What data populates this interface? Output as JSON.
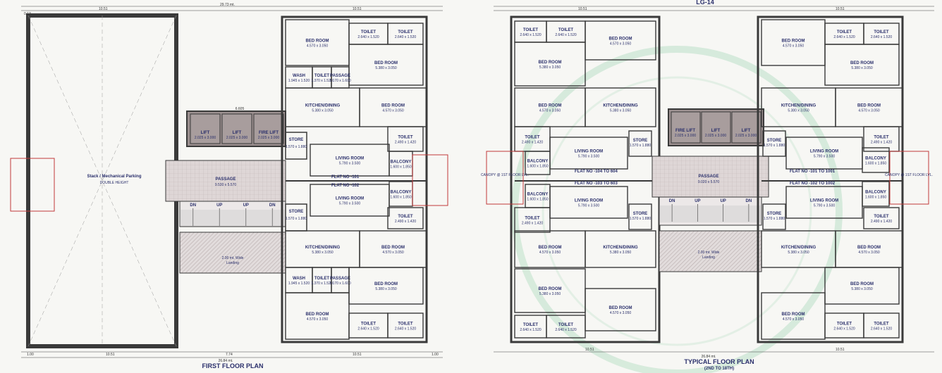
{
  "colors": {
    "wall": "#3a3a3a",
    "hatch": "#c7c0c0",
    "core": "#9b8f8f",
    "ink": "#2a2f6b",
    "dim": "#444",
    "border": "#c23a3a",
    "wm": "#9bd3b0"
  },
  "first": {
    "caption": "FIRST FLOOR PLAN",
    "stack": {
      "title": "Stack / Mechanical Parking",
      "sub": "DOUBLE HEIGHT"
    },
    "dims": {
      "top": "10.51",
      "top_small": "0.13",
      "overall_top": "29.73 mt.",
      "bottom": "10.51",
      "overall_bottom": "26.84 mt.",
      "b1": "1.00",
      "b2": "7.74",
      "b3": "1.00"
    },
    "lifts": [
      {
        "n": "LIFT",
        "d": "2.025 x 3.000"
      },
      {
        "n": "LIFT",
        "d": "2.025 x 3.000"
      },
      {
        "n": "FIRE LIFT",
        "d": "2.025 x 3.000"
      }
    ],
    "lift_dim": "6.605",
    "passage": {
      "n": "PASSAGE",
      "d": "9.530 x 5.570"
    },
    "stairs": [
      "DN",
      "UP",
      "UP",
      "DN"
    ],
    "landing": {
      "n": "2.00 mt. Wide",
      "d": "Landing"
    },
    "store_top": {
      "n": "STORE",
      "d": "1.570 x 1.880"
    },
    "store_bot": {
      "n": "STORE",
      "d": "1.570 x 1.880"
    },
    "flat_a": "FLAT NO -101",
    "flat_b": "FLAT NO -102",
    "rooms": [
      {
        "n": "BED ROOM",
        "d": "4.570 x 3.050"
      },
      {
        "n": "TOILET",
        "d": "2.640 x 1.520"
      },
      {
        "n": "TOILET",
        "d": "2.640 x 1.520"
      },
      {
        "n": "BED ROOM",
        "d": "5.380 x 3.050"
      },
      {
        "n": "WASH",
        "d": "1.945 x 1.520"
      },
      {
        "n": "TOILET",
        "d": "1.370 x 1.520"
      },
      {
        "n": "PASSAGE",
        "d": "1.170 x 1.600"
      },
      {
        "n": "KITCHEN/DINING",
        "d": "5.380 x 3.050"
      },
      {
        "n": "BED ROOM",
        "d": "4.570 x 3.050"
      },
      {
        "n": "TOILET",
        "d": "2.490 x 1.420"
      },
      {
        "n": "LIVING ROOM",
        "d": "5.790 x 3.500"
      },
      {
        "n": "BALCONY",
        "d": "1.600 x 1.850"
      },
      {
        "n": "BALCONY",
        "d": "1.600 x 1.850"
      },
      {
        "n": "LIVING ROOM",
        "d": "5.790 x 3.500"
      },
      {
        "n": "TOILET",
        "d": "2.490 x 1.420"
      },
      {
        "n": "KITCHEN/DINING",
        "d": "5.380 x 3.050"
      },
      {
        "n": "BED ROOM",
        "d": "4.570 x 3.050"
      },
      {
        "n": "WASH",
        "d": "1.945 x 1.520"
      },
      {
        "n": "TOILET",
        "d": "1.370 x 1.520"
      },
      {
        "n": "PASSAGE",
        "d": "1.170 x 1.600"
      },
      {
        "n": "BED ROOM",
        "d": "5.380 x 3.050"
      },
      {
        "n": "BED ROOM",
        "d": "4.570 x 3.050"
      },
      {
        "n": "TOILET",
        "d": "2.640 x 1.520"
      },
      {
        "n": "TOILET",
        "d": "2.640 x 1.520"
      }
    ]
  },
  "typical": {
    "caption": "TYPICAL FLOOR PLAN",
    "sub": "(2ND TO 18TH)",
    "top_overflow": "LG-14",
    "dims": {
      "top": "10.51",
      "overall_bottom": "26.84 mt.",
      "bottom": "10.51"
    },
    "lifts": [
      {
        "n": "FIRE LIFT",
        "d": "2.025 x 3.000"
      },
      {
        "n": "LIFT",
        "d": "2.025 x 3.000"
      },
      {
        "n": "LIFT",
        "d": "2.025 x 3.000"
      }
    ],
    "passage": {
      "n": "PASSAGE",
      "d": "9.020 x 5.570"
    },
    "stairs": [
      "DN",
      "UP",
      "UP",
      "DN"
    ],
    "landing": {
      "n": "2.00 mt. Wide",
      "d": "Landing"
    },
    "canopy_l": "CANOPY @\n1ST FLOOR LVL.",
    "canopy_r": "CANOPY @\n1ST FLOOR LVL.",
    "flats": [
      "FLAT NO -104 TO 604",
      "FLAT NO -103 TO 603",
      "FLAT NO -101 TO 1001",
      "FLAT NO -102 TO 1002"
    ],
    "left_rooms": [
      {
        "n": "TOILET",
        "d": "2.640 x 1.520"
      },
      {
        "n": "TOILET",
        "d": "2.640 x 1.520"
      },
      {
        "n": "BED ROOM",
        "d": "4.570 x 3.050"
      },
      {
        "n": "BED ROOM",
        "d": "5.380 x 3.050"
      },
      {
        "n": "BED ROOM",
        "d": "4.570 x 3.050"
      },
      {
        "n": "KITCHEN/DINING",
        "d": "5.380 x 3.050"
      },
      {
        "n": "TOILET",
        "d": "2.490 x 1.420"
      },
      {
        "n": "LIVING ROOM",
        "d": "5.790 x 3.500"
      },
      {
        "n": "BALCONY",
        "d": "1.600 x 1.850"
      },
      {
        "n": "BALCONY",
        "d": "1.600 x 1.850"
      },
      {
        "n": "LIVING ROOM",
        "d": "5.790 x 3.500"
      },
      {
        "n": "TOILET",
        "d": "2.490 x 1.420"
      },
      {
        "n": "BED ROOM",
        "d": "4.570 x 3.050"
      },
      {
        "n": "KITCHEN/DINING",
        "d": "5.380 x 3.050"
      },
      {
        "n": "BED ROOM",
        "d": "5.380 x 3.050"
      },
      {
        "n": "BED ROOM",
        "d": "4.570 x 3.050"
      },
      {
        "n": "TOILET",
        "d": "2.640 x 1.520"
      },
      {
        "n": "TOILET",
        "d": "2.640 x 1.520"
      }
    ],
    "right_rooms": [
      {
        "n": "BED ROOM",
        "d": "4.570 x 3.050"
      },
      {
        "n": "TOILET",
        "d": "2.640 x 1.520"
      },
      {
        "n": "TOILET",
        "d": "2.640 x 1.520"
      },
      {
        "n": "BED ROOM",
        "d": "5.380 x 3.050"
      },
      {
        "n": "KITCHEN/DINING",
        "d": "5.380 x 3.050"
      },
      {
        "n": "BED ROOM",
        "d": "4.570 x 3.050"
      },
      {
        "n": "TOILET",
        "d": "2.490 x 1.420"
      },
      {
        "n": "LIVING ROOM",
        "d": "5.790 x 3.500"
      },
      {
        "n": "BALCONY",
        "d": "1.600 x 1.850"
      },
      {
        "n": "BALCONY",
        "d": "1.600 x 1.850"
      },
      {
        "n": "LIVING ROOM",
        "d": "5.790 x 3.500"
      },
      {
        "n": "TOILET",
        "d": "2.490 x 1.420"
      },
      {
        "n": "KITCHEN/DINING",
        "d": "5.380 x 3.050"
      },
      {
        "n": "BED ROOM",
        "d": "4.570 x 3.050"
      },
      {
        "n": "BED ROOM",
        "d": "5.380 x 3.050"
      },
      {
        "n": "BED ROOM",
        "d": "4.570 x 3.050"
      },
      {
        "n": "TOILET",
        "d": "2.640 x 1.520"
      },
      {
        "n": "TOILET",
        "d": "2.640 x 1.520"
      }
    ],
    "stores": [
      {
        "n": "STORE",
        "d": "1.570 x 1.880"
      },
      {
        "n": "STORE",
        "d": "1.570 x 1.880"
      },
      {
        "n": "STORE",
        "d": "1.570 x 1.880"
      },
      {
        "n": "STORE",
        "d": "1.570 x 1.880"
      }
    ]
  }
}
